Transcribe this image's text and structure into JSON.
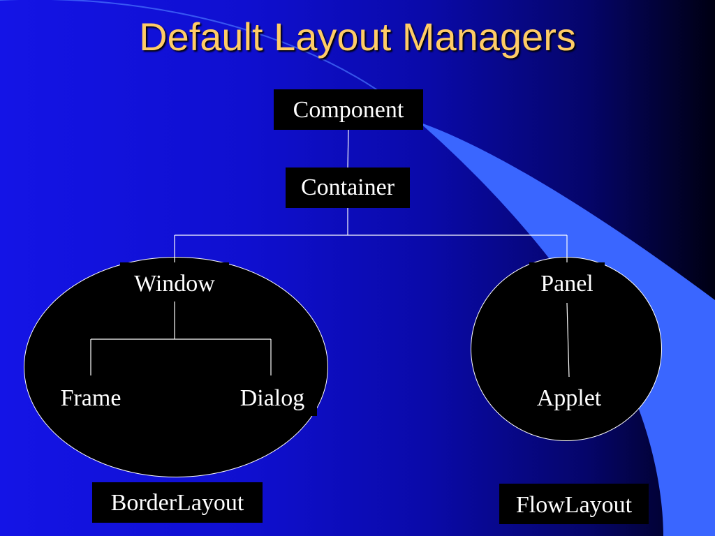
{
  "slide": {
    "title": "Default Layout Managers"
  },
  "nodes": {
    "component": "Component",
    "container": "Container",
    "window": "Window",
    "panel": "Panel",
    "frame": "Frame",
    "dialog": "Dialog",
    "applet": "Applet"
  },
  "labels": {
    "border_layout": "BorderLayout",
    "flow_layout": "FlowLayout"
  },
  "colors": {
    "title": "#ffcc66",
    "box_fill": "#000000",
    "line": "#ffffff",
    "accent_swoosh": "#3a66ff",
    "background_left": "#1414e6",
    "background_right": "#000012"
  }
}
